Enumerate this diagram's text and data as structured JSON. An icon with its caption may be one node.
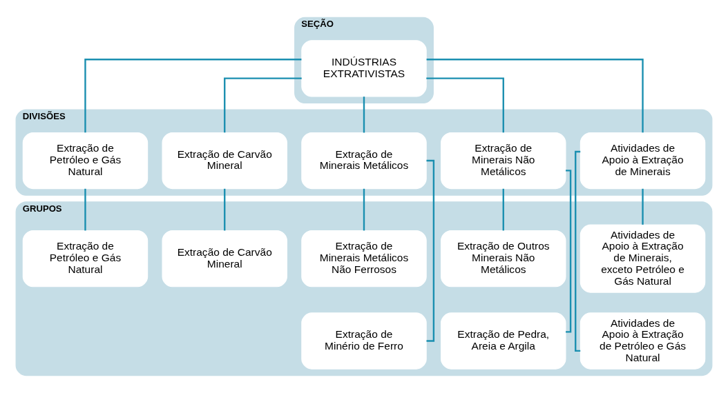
{
  "diagram": {
    "nodes": [
      {
        "text": [
          "SEÇÃO"
        ]
      },
      {
        "text": [
          "INDÚSTRIAS EXTRATIVISTAS"
        ],
        "in": 0
      },
      {
        "text": [
          "DIVISÕES"
        ]
      },
      {
        "text": [
          "Extração de Carvão Mineral"
        ],
        "in": 2
      },
      {
        "text": [
          "Extração de Petróleo e Gás Natural"
        ],
        "in": 2
      },
      {
        "text": [
          "Extração de Minerais Metálicos"
        ],
        "in": 2
      },
      {
        "text": [
          "Extração de Minerais Não Metálicos"
        ],
        "in": 2
      },
      {
        "text": [
          "Atividades de Apoio à Extração de Minerais"
        ],
        "in": 2
      },
      {
        "text": [
          "GRUPOS"
        ]
      },
      {
        "text": [
          "Extração de Carvão Mineral"
        ],
        "in": 8
      },
      {
        "text": [
          "Extração de Petróleo e Gás Natural"
        ],
        "in": 8
      },
      {
        "text": [
          "Extração de Minerais Metálicos Não Ferrosos"
        ],
        "in": 8
      },
      {
        "text": [
          "Extração de Outros Minerais Não Metálicos"
        ],
        "in": 8
      },
      {
        "text": [
          "Atividades de Apoio à Extração de Minerais, exceto Petróleo e Gás Natural"
        ],
        "in": 8
      },
      {
        "text": [
          "Extração de Minério de Ferro"
        ],
        "in": 8
      },
      {
        "text": [
          "Extração de Pedra, Areia e Argila"
        ],
        "in": 8
      },
      {
        "text": [
          "Atividades de Apoio à Extração de Petróleo e Gás Natural"
        ],
        "in": 8
      }
    ],
    "edges": [
      {
        "from": 1,
        "to": 3,
        "arrow": "none"
      },
      {
        "from": 1,
        "to": 4,
        "arrow": "none"
      },
      {
        "from": 1,
        "to": 5,
        "arrow": "none"
      },
      {
        "from": 1,
        "to": 6,
        "arrow": "none"
      },
      {
        "from": 1,
        "to": 7,
        "arrow": "none"
      },
      {
        "from": 3,
        "to": 9,
        "arrow": "none"
      },
      {
        "from": 4,
        "to": 10,
        "arrow": "none"
      },
      {
        "from": 5,
        "to": 11,
        "arrow": "none"
      },
      {
        "from": 5,
        "to": 14,
        "arrow": "none"
      },
      {
        "from": 6,
        "to": 12,
        "arrow": "none"
      },
      {
        "from": 6,
        "to": 15,
        "arrow": "none"
      },
      {
        "from": 7,
        "to": 13,
        "arrow": "none"
      },
      {
        "from": 7,
        "to": 16,
        "arrow": "none"
      }
    ]
  }
}
